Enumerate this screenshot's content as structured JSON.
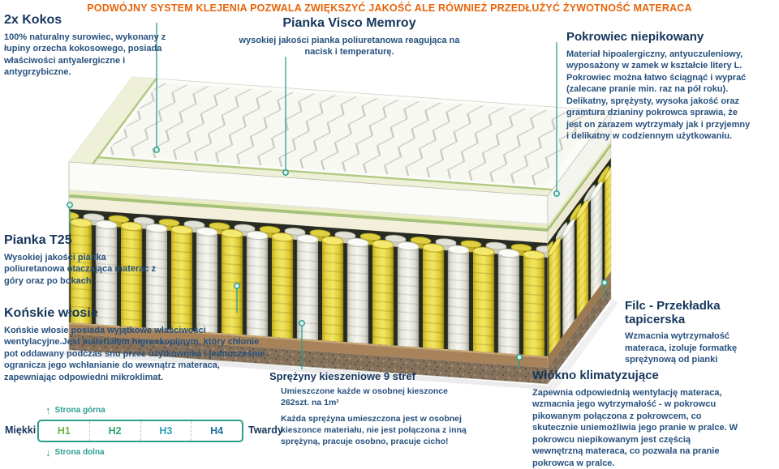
{
  "banner": "PODWÓJNY SYSTEM KLEJENIA POZWALA ZWIĘKSZYĆ JAKOŚĆ ALE RÓWNIEŻ PRZEDŁUŻYĆ ŻYWOTNOŚĆ MATERACA",
  "callouts": {
    "kokos": {
      "title": "2x Kokos",
      "body": "100% naturalny surowiec, wykonany z łupiny orzecha kokosowego, posiada właściwości antyalergiczne i antygrzybiczne."
    },
    "visco": {
      "title": "Pianka Visco Memroy",
      "body": "wysokiej jakości pianka poliuretanowa reagująca na nacisk i temperaturę."
    },
    "pokrowiec": {
      "title": "Pokrowiec niepikowany",
      "body": "Materiał hipoalergiczny, antyuczuleniowy, wyposażony w zamek w kształcie litery L. Pokrowiec można łatwo ściągnąć i wyprać (zalecane pranie min. raz na pół roku). Delikatny, sprężysty, wysoka jakość oraz gramtura dzianiny pokrowca sprawia, że jest on zarazem wytrzymały jak i przyjemny i delikatny w codziennym użytkowaniu."
    },
    "t25": {
      "title": "Pianka T25",
      "body": "Wysokiej jakości pianka poliuretanowa otaczająca materac z góry oraz po bokach"
    },
    "wlosie": {
      "title": "Końskie włosie",
      "body": "Końskie włosie posiada wyjątkowe właściwości wentylacyjne.Jest materiałem higroskopijnym, który chłonie pot oddawany podczas snu przez użytkownika i jednocześnie ogranicza jego wchłanianie do wewnątrz materaca, zapewniając odpowiedni mikroklimat."
    },
    "filc": {
      "title": "Filc - Przekładka tapicerska",
      "body": "Wzmacnia wytrzymałość materaca, izoluje formatkę sprężynową od pianki"
    },
    "wlokno": {
      "title": "Włókno klimatyzujące",
      "body": "Zapewnia odpowiednią wentylację materaca, wzmacnia jego wytrzymałość - w pokrowcu pikowanym połączona z pokrowcem, co skutecznie uniemożliwia jego pranie w pralce. W pokrowcu niepikowanym jest częścią wewnętrzną materaca, co pozwala na pranie pokrowca w pralce."
    },
    "sprezyny": {
      "title": "Sprężyny kieszeniowe 9 stref",
      "body1": "Umieszczone każde w osobnej kieszonce 262szt. na 1m²",
      "body2": "Każda sprężyna umieszczona jest w osobnej kieszonce materiału, nie jest połączona z inną sprężyną, pracuje osobno, pracuje cicho!"
    }
  },
  "scale": {
    "soft_label": "Miękki",
    "hard_label": "Twardy",
    "levels": [
      {
        "label": "H1",
        "color": "#6db33f"
      },
      {
        "label": "H2",
        "color": "#2fa86c"
      },
      {
        "label": "H3",
        "color": "#2f9fb5"
      },
      {
        "label": "H4",
        "color": "#1f6f9b"
      }
    ],
    "top_side": "Strona górna",
    "bottom_side": "Strona dolna"
  },
  "icons": {
    "arrow_up": "↑",
    "arrow_down": "↓"
  },
  "colors": {
    "banner": "#e8640a",
    "heading": "#16365c",
    "body_text": "#27517e",
    "callout_line": "#2a9d8f",
    "spring_yellow": "#e6d442",
    "spring_white": "#e4e4db",
    "felt_brown": "#a8835a"
  }
}
